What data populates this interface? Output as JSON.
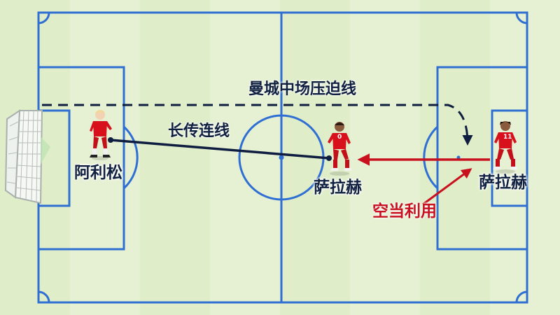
{
  "annotations": {
    "press_line": "曼城中场压迫线",
    "long_pass": "长传连线",
    "space_exploit": "空当利用"
  },
  "players": {
    "left_keeper": {
      "name": "阿利松",
      "number": ""
    },
    "center_forward": {
      "name": "萨拉赫",
      "number": "0"
    },
    "right_forward": {
      "name": "萨拉赫",
      "number": "11"
    }
  },
  "colors": {
    "pitch_light": "#e4efcf",
    "pitch_stripe": "#d6e8bc",
    "line_blue": "#2f6fd3",
    "pass_line": "#0f1e40",
    "run_arrow": "#c8101e",
    "kit_red": "#d8101c"
  },
  "icons": {
    "goal": "goal-net-icon",
    "player": "player-figure-icon"
  }
}
